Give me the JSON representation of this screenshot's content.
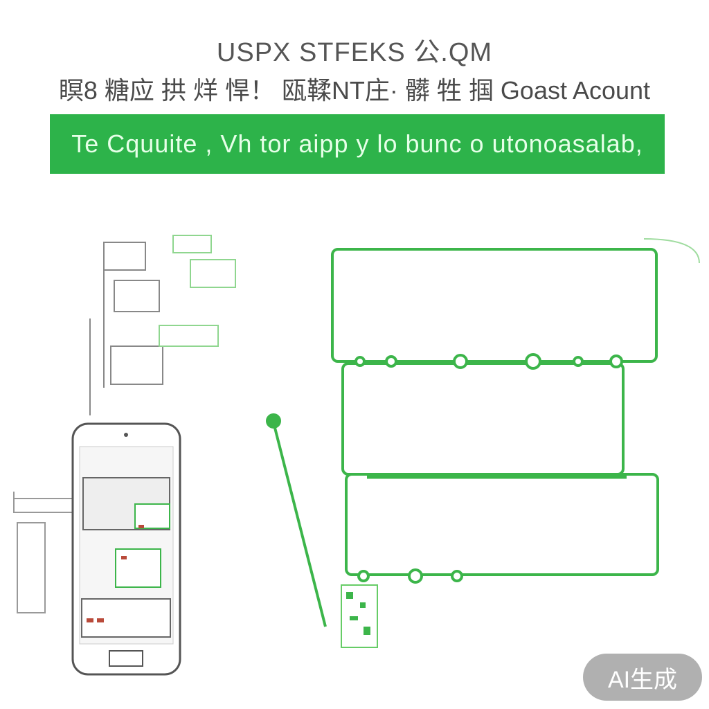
{
  "header": {
    "title": "USPX STFEKS 公.QM",
    "subtitle": "瞑8 糖应 拱 烊 悍！ 瓯鞣NT庄· 髒 牲 掴 Goast Acount",
    "banner_text": "Te Cquuite , Vh tor aipp y lo bunc o utonoasalab,"
  },
  "colors": {
    "accent": "#2db34a",
    "line": "#3cb54a"
  },
  "badge": {
    "label": "AI生成"
  }
}
